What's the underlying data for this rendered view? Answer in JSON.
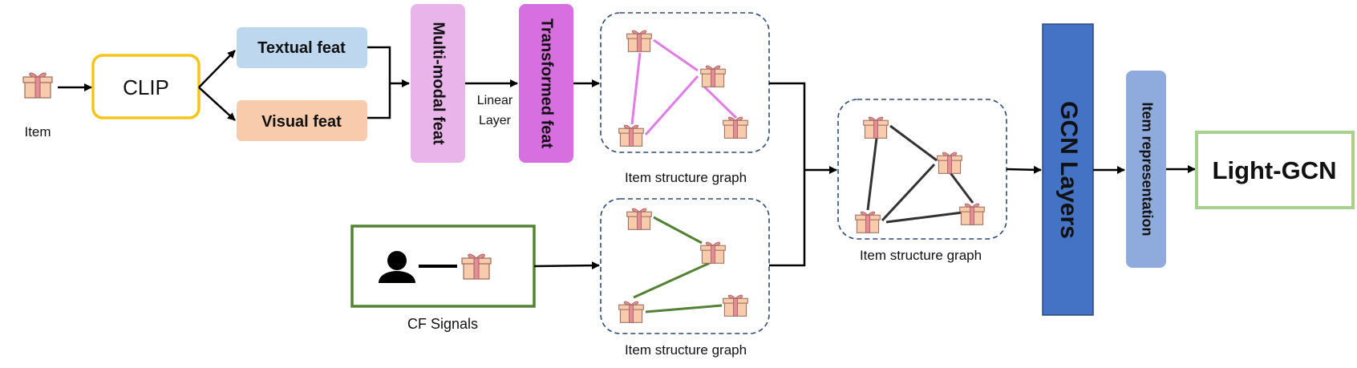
{
  "input": {
    "label": "Item"
  },
  "clip": {
    "label": "CLIP"
  },
  "features": {
    "textual": "Textual feat",
    "visual": "Visual feat",
    "multimodal": "Multi-modal feat",
    "linear_layer_line1": "Linear",
    "linear_layer_line2": "Layer",
    "transformed": "Transformed feat"
  },
  "graphs": {
    "top_label": "Item structure graph",
    "bottom_label": "Item structure graph",
    "fused_label": "Item structure graph"
  },
  "cf": {
    "label": "CF Signals"
  },
  "gcn": {
    "label": "GCN Layers"
  },
  "representation": {
    "label": "Item representation"
  },
  "output": {
    "label": "Light-GCN"
  },
  "colors": {
    "clip_border": "#f5c518",
    "textual_fill": "#bdd7ee",
    "visual_fill": "#f8cbad",
    "multimodal_fill": "#e8b4ea",
    "transformed_fill": "#d86fe0",
    "top_graph_edge": "#e07ce6",
    "bottom_graph_edge": "#548235",
    "fused_graph_edge": "#333333",
    "graph_border": "#2f4a7a",
    "cf_border": "#548235",
    "gcn_fill": "#4472c4",
    "representation_fill": "#8faadc",
    "output_border": "#a9d18e",
    "gift_box": "#f8cbad",
    "gift_ribbon": "#e88a9a"
  },
  "icons": [
    "gift-icon",
    "user-icon"
  ]
}
